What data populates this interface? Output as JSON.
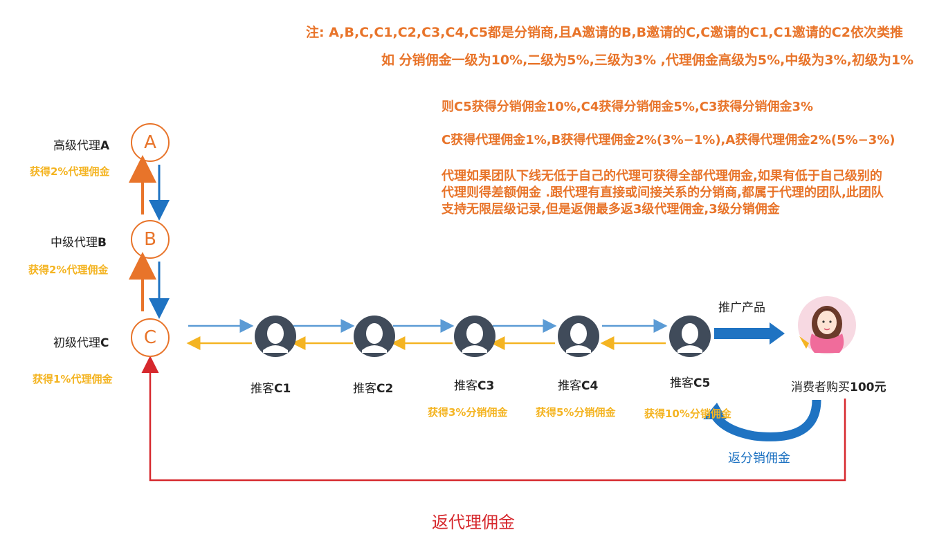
{
  "notes": {
    "line1": "注:  A,B,C,C1,C2,C3,C4,C5都是分销商,且A邀请的B,B邀请的C,C邀请的C1,C1邀请的C2依次类推",
    "line2": "如  分销佣金一级为10%,二级为5%,三级为3% ,代理佣金高级为5%,中级为3%,初级为1%"
  },
  "rules": {
    "r1": "则C5获得分销佣金10%,C4获得分销佣金5%,C3获得分销佣金3%",
    "r2": "C获得代理佣金1%,B获得代理佣金2%(3%−1%),A获得代理佣金2%(5%−3%)",
    "r3a": "代理如果团队下线无低于自己的代理可获得全部代理佣金,如果有低于自己级别的",
    "r3b": "代理则得差额佣金 .跟代理有直接或间接关系的分销商,都属于代理的团队,此团队",
    "r3c": "支持无限层级记录,但是返佣最多返3级代理佣金,3级分销佣金"
  },
  "agents": [
    {
      "prefix": "高级代理",
      "letter": "A",
      "circle": "A",
      "gain": "获得2%代理佣金"
    },
    {
      "prefix": "中级代理",
      "letter": "B",
      "circle": "B",
      "gain": "获得2%代理佣金"
    },
    {
      "prefix": "初级代理",
      "letter": "C",
      "circle": "C",
      "gain": "获得1%代理佣金"
    }
  ],
  "referrers": [
    {
      "prefix": "推客",
      "code": "C1",
      "gain": ""
    },
    {
      "prefix": "推客",
      "code": "C2",
      "gain": ""
    },
    {
      "prefix": "推客",
      "code": "C3",
      "gain": "获得3%分销佣金"
    },
    {
      "prefix": "推客",
      "code": "C4",
      "gain": "获得5%分销佣金"
    },
    {
      "prefix": "推客",
      "code": "C5",
      "gain": "获得10%分销佣金"
    }
  ],
  "promote_label": "推广产品",
  "consumer": {
    "prefix": "消费者购买",
    "amount": "100元"
  },
  "return_distribution": "返分销佣金",
  "return_agent": "返代理佣金",
  "colors": {
    "orange": "#e8742a",
    "yellow": "#f4b422",
    "blue": "#1f73c2",
    "light_blue": "#5b9bd5",
    "red": "#d6282d",
    "avatar": "#404b5a"
  },
  "icons": {
    "user": "user-avatar-icon",
    "consumer": "consumer-avatar-icon"
  }
}
